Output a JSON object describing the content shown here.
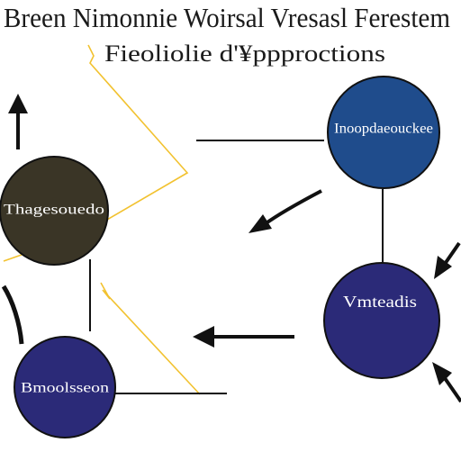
{
  "title": {
    "line1": "Breen Nimonnie Woirsal Vresasl Ferestem",
    "line2": "Fieoliolie d'¥ppproctions"
  },
  "nodes": [
    {
      "id": "top-right",
      "label": "Inoopdaeouckee",
      "fill": "#1f4c8c"
    },
    {
      "id": "left",
      "label": "Thagesouedo",
      "fill": "#3a3526"
    },
    {
      "id": "mid-right",
      "label": "Vmteadis",
      "fill": "#2b2a78"
    },
    {
      "id": "bottom-left",
      "label": "Bmoolsseon",
      "fill": "#2b2a78"
    }
  ],
  "colors": {
    "line": "#111111",
    "accent": "#f2c230",
    "node_stroke": "#111111"
  }
}
